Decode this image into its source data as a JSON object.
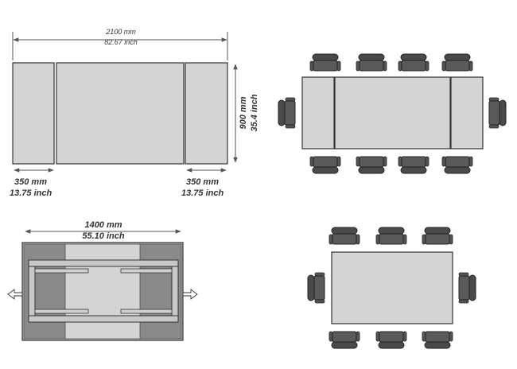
{
  "dimensions": {
    "total_length_mm": "2100 mm",
    "total_length_inch": "82.67 inch",
    "depth_mm": "900 mm",
    "depth_inch": "35.4 inch",
    "left_extension_mm": "350 mm",
    "left_extension_inch": "13.75 inch",
    "right_extension_mm": "350 mm",
    "right_extension_inch": "13.75 inch",
    "closed_length_mm": "1400 mm",
    "closed_length_inch": "55.10 inch"
  },
  "icons": {
    "chair": "chair-icon",
    "arrow": "arrow-icon"
  },
  "colors": {
    "table_top": "#d4d4d4",
    "chair": "#4a4a4a",
    "frame_dark": "#8a8a8a",
    "outline": "#333333"
  }
}
